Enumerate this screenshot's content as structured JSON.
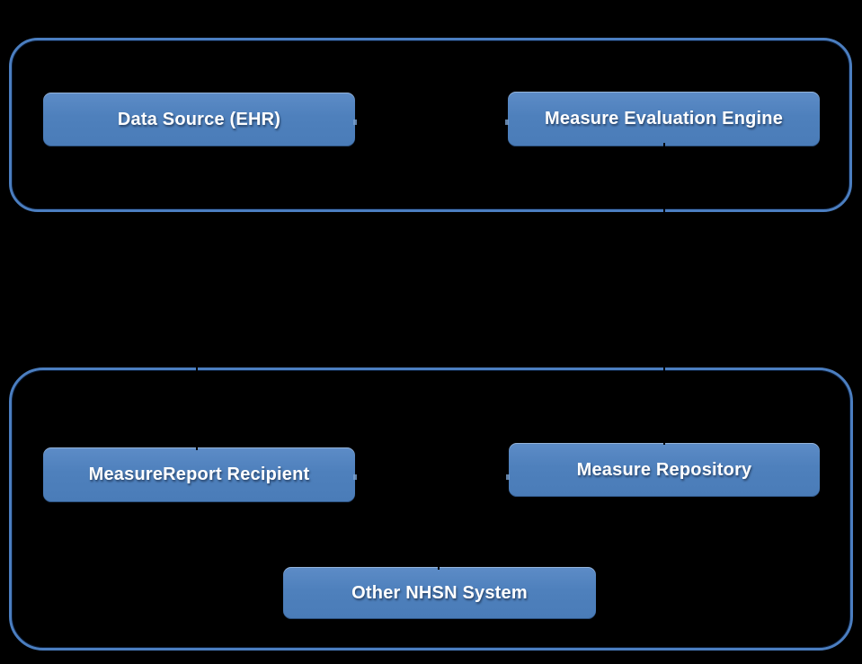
{
  "diagram": {
    "nodes": {
      "data_source": {
        "label": "Data Source (EHR)"
      },
      "measure_evaluation_engine": {
        "label": "Measure Evaluation Engine"
      },
      "measurereport_recipient": {
        "label": "MeasureReport Recipient"
      },
      "measure_repository": {
        "label": "Measure Repository"
      },
      "other_nhsn_system": {
        "label": "Other NHSN System"
      }
    },
    "groups": {
      "top": {
        "node_keys": [
          "data_source",
          "measure_evaluation_engine"
        ]
      },
      "bottom": {
        "node_keys": [
          "measurereport_recipient",
          "measure_repository",
          "other_nhsn_system"
        ]
      }
    },
    "colors": {
      "background": "#000000",
      "node_fill": "#4f81bd",
      "node_text": "#ffffff",
      "group_border": "#4b7ec0",
      "connector": "#000000"
    }
  }
}
